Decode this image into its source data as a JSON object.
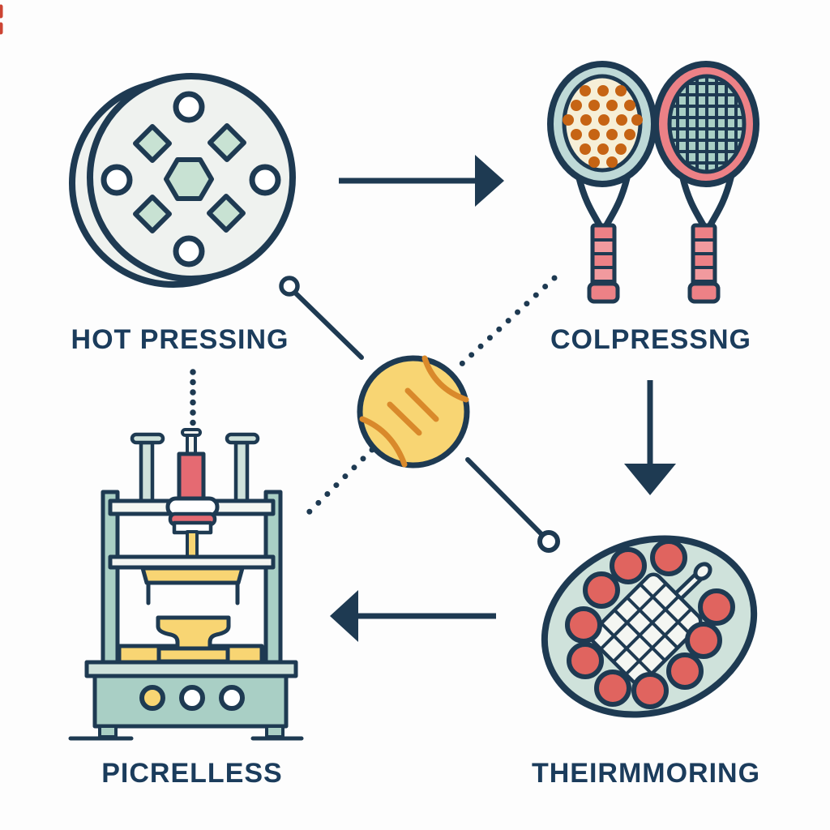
{
  "meta": {
    "title": "Manufacturing process diagram with padel rackets, ball, mold disc, thermoform mold and press machine"
  },
  "colors": {
    "bg": "#fdfdfd",
    "outline": "#1e3a52",
    "label": "#1b3c5c",
    "disc_fill": "#eff2ef",
    "mint": "#c8e2d3",
    "teal": "#a9cfc5",
    "teal_pale": "#cfe2db",
    "blue_pale": "#bed9d7",
    "cream": "#f6efd7",
    "orange": "#c66414",
    "seam": "#d9892b",
    "yellow": "#f8d573",
    "pink": "#ec8186",
    "pink_light": "#f19a9e",
    "red": "#e0645f",
    "red_cylinder": "#e56a72",
    "artifact": "#cc4433"
  },
  "nodes": {
    "top_left": {
      "label": "HOT PRESSING",
      "icon": "mold-disc-icon"
    },
    "top_right": {
      "label": "COLPRESSNG",
      "icon": "rackets-icon"
    },
    "bottom_right": {
      "label": "THEIRMMORING",
      "icon": "thermoform-mold-icon"
    },
    "bottom_left": {
      "label": "PICRELLESS",
      "icon": "press-machine-icon"
    }
  },
  "center": {
    "icon": "padel-ball-icon"
  },
  "connectors": {
    "arrow_top": "right",
    "arrow_right": "down",
    "arrow_bottom": "left",
    "pin_line_disc_to_ball": "solid-with-circle-end",
    "pin_line_ball_to_mold": "solid-with-circle-end",
    "dotted_rackets_to_ball": "dotted",
    "dotted_ball_to_press": "dotted",
    "dotted_label_to_press": "dotted-vertical"
  }
}
